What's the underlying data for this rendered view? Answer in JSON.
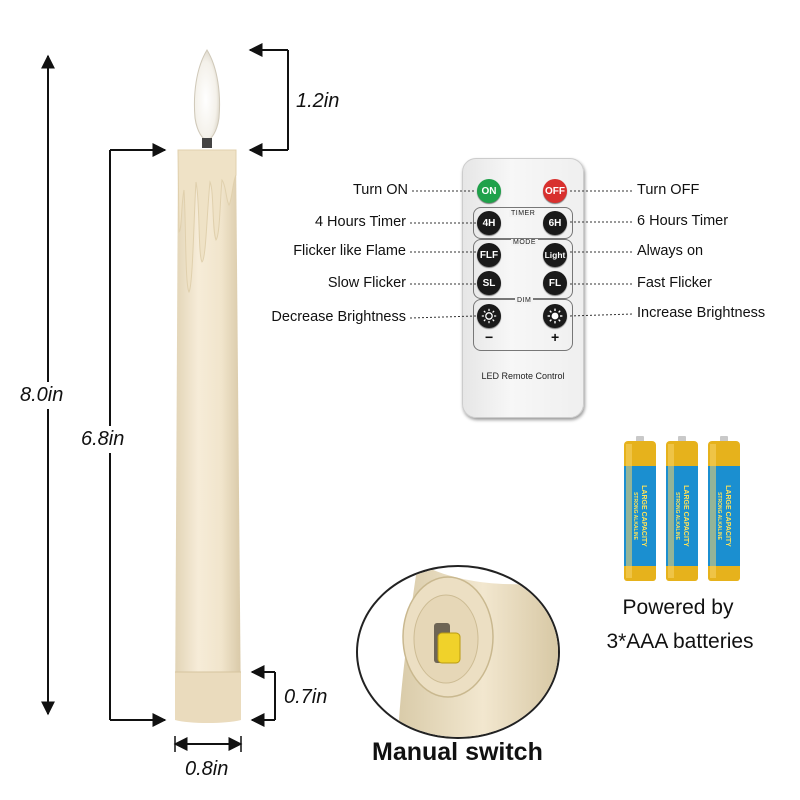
{
  "dimensions": {
    "flame": "1.2in",
    "total": "8.0in",
    "body": "6.8in",
    "base": "0.7in",
    "width": "0.8in"
  },
  "remote": {
    "title": "LED Remote Control",
    "sections": {
      "timer": "TIMER",
      "mode": "MODE",
      "dim": "DIM"
    },
    "buttons": {
      "on": "ON",
      "off": "OFF",
      "h4": "4H",
      "h6": "6H",
      "flf": "FLF",
      "light": "Light",
      "sl": "SL",
      "fl": "FL",
      "minus": "−",
      "plus": "+"
    },
    "colors": {
      "on": "#1fa14a",
      "off": "#d8302e",
      "body": "#f4f4f4"
    }
  },
  "labels": {
    "turn_on": "Turn ON",
    "turn_off": "Turn OFF",
    "timer4": "4 Hours Timer",
    "timer6": "6 Hours Timer",
    "flicker_flame": "Flicker like Flame",
    "always_on": "Always on",
    "slow_flicker": "Slow Flicker",
    "fast_flicker": "Fast Flicker",
    "decrease": "Decrease Brightness",
    "increase": "Increase Brightness"
  },
  "batteries": {
    "count": 3,
    "line1": "Powered by",
    "line2": "3*AAA batteries",
    "print_a": "LARGE CAPACITY",
    "print_b": "STRONG ALKALINE",
    "colors": {
      "blue": "#1b8fd0",
      "gold": "#e6b21c"
    }
  },
  "switch": {
    "caption": "Manual switch"
  },
  "candle": {
    "color": "#f1e6cf"
  }
}
